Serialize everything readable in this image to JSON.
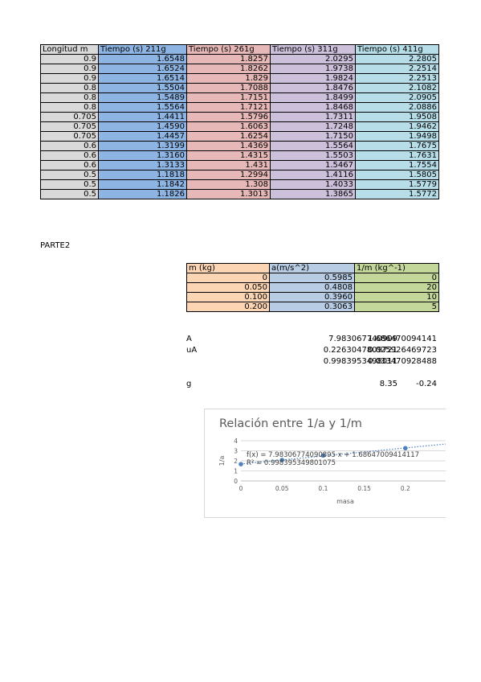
{
  "table1": {
    "headers": [
      "Longitud m",
      "Tiempo (s) 211g",
      "Tiempo (s) 261g",
      "Tiempo (s) 311g",
      "Tiempo (s) 411g"
    ],
    "rows": [
      [
        "0.9",
        "1.6548",
        "1.8257",
        "2.0295",
        "2.2805"
      ],
      [
        "0.9",
        "1.6524",
        "1.8262",
        "1.9738",
        "2.2514"
      ],
      [
        "0.9",
        "1.6514",
        "1.829",
        "1.9824",
        "2.2513"
      ],
      [
        "0.8",
        "1.5504",
        "1.7088",
        "1.8476",
        "2.1082"
      ],
      [
        "0.8",
        "1.5489",
        "1.7151",
        "1.8499",
        "2.0905"
      ],
      [
        "0.8",
        "1.5564",
        "1.7121",
        "1.8468",
        "2.0886"
      ],
      [
        "0.705",
        "1.4411",
        "1.5796",
        "1.7311",
        "1.9508"
      ],
      [
        "0.705",
        "1.4590",
        "1.6063",
        "1.7248",
        "1.9462"
      ],
      [
        "0.705",
        "1.4457",
        "1.6254",
        "1.7150",
        "1.9498"
      ],
      [
        "0.6",
        "1.3199",
        "1.4369",
        "1.5564",
        "1.7675"
      ],
      [
        "0.6",
        "1.3160",
        "1.4315",
        "1.5503",
        "1.7631"
      ],
      [
        "0.6",
        "1.3133",
        "1.431",
        "1.5467",
        "1.7554"
      ],
      [
        "0.5",
        "1.1818",
        "1.2994",
        "1.4116",
        "1.5805"
      ],
      [
        "0.5",
        "1.1842",
        "1.308",
        "1.4033",
        "1.5779"
      ],
      [
        "0.5",
        "1.1826",
        "1.3013",
        "1.3865",
        "1.5772"
      ]
    ]
  },
  "parte2": {
    "title": "PARTE2",
    "table": {
      "headers": [
        "m (kg)",
        "a(m/s^2)",
        "1/m (kg^-1)"
      ],
      "rows": [
        [
          "0",
          "0.5985",
          "0"
        ],
        [
          "0.050",
          "0.4808",
          "20"
        ],
        [
          "0.100",
          "0.3960",
          "10"
        ],
        [
          "0.200",
          "0.3063",
          "5"
        ]
      ]
    },
    "regression": [
      [
        "A",
        "7.983067740909",
        "1.686470094141"
      ],
      [
        "uA",
        "0.2263047809721",
        "0.025926469723"
      ],
      [
        "",
        "0.9983953498011",
        "0.033470928488"
      ]
    ],
    "g": {
      "label": "g",
      "value": "8.35",
      "value2": "-0.24"
    }
  },
  "chart_data": {
    "type": "scatter",
    "title": "Relación entre 1/a y 1/m",
    "xlabel": "masa",
    "ylabel": "1/a",
    "xlim": [
      0,
      0.25
    ],
    "ylim": [
      0,
      4
    ],
    "x_ticks": [
      "0",
      "0.05",
      "0.1",
      "0.15",
      "0.2"
    ],
    "y_ticks": [
      "0",
      "1",
      "2",
      "3",
      "4"
    ],
    "series": [
      {
        "x": [
          0,
          0.05,
          0.1,
          0.2
        ],
        "y": [
          1.67,
          2.08,
          2.53,
          3.26
        ],
        "color": "#4f81bd"
      }
    ],
    "trendline": {
      "slope": 7.98306774090895,
      "intercept": 1.68647009414117,
      "color": "#4f81bd"
    },
    "annotations": [
      "f(x) = 7.98306774090895 x + 1.68647009414117",
      "R² = 0.998395349801075"
    ],
    "grid": "horizontal"
  }
}
